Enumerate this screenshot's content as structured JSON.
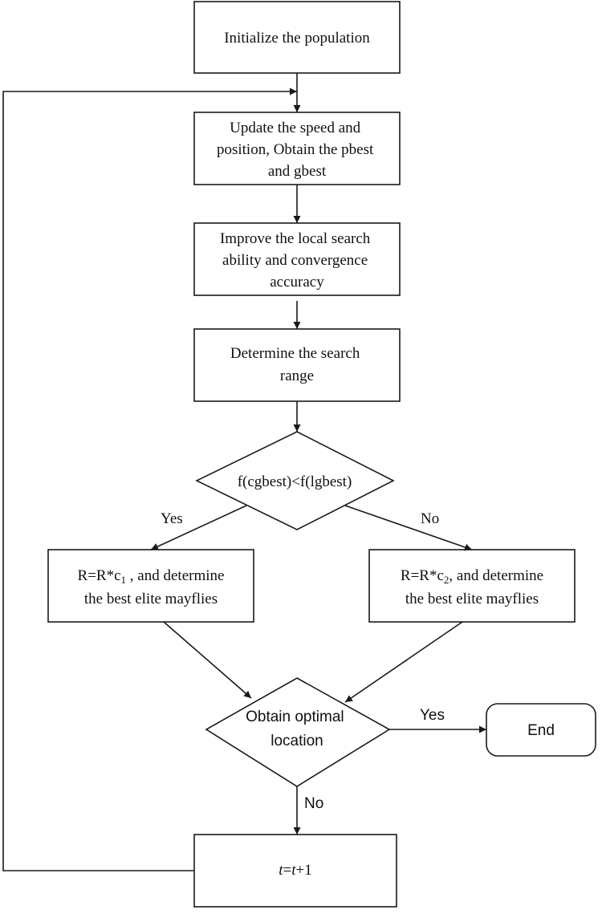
{
  "nodes": {
    "init": {
      "lines": [
        "Initialize the  population"
      ]
    },
    "update": {
      "lines": [
        "Update the speed and",
        "position, Obtain the pbest",
        "and gbest"
      ]
    },
    "improve": {
      "lines": [
        "Improve the local search",
        "ability and convergence",
        "accuracy"
      ]
    },
    "range": {
      "lines": [
        "Determine the search",
        "range"
      ]
    },
    "decision1": {
      "text": "f(cgbest)<f(lgbest)"
    },
    "left_box": {
      "line1_pre": "R=R*c",
      "line1_sub": "1",
      "line1_post": " , and determine",
      "line2": "the best elite mayflies"
    },
    "right_box": {
      "line1_pre": "R=R*c",
      "line1_sub": "2",
      "line1_post": ", and determine",
      "line2": "the best elite mayflies"
    },
    "decision2": {
      "lines": [
        "Obtain optimal",
        "location"
      ]
    },
    "end": {
      "text": "End"
    },
    "increment": {
      "var1": "t",
      "equals": "=",
      "var2": "t",
      "rest": "+1"
    }
  },
  "edge_labels": {
    "yes_left": "Yes",
    "no_right": "No",
    "yes_end": "Yes",
    "no_down": "No"
  }
}
